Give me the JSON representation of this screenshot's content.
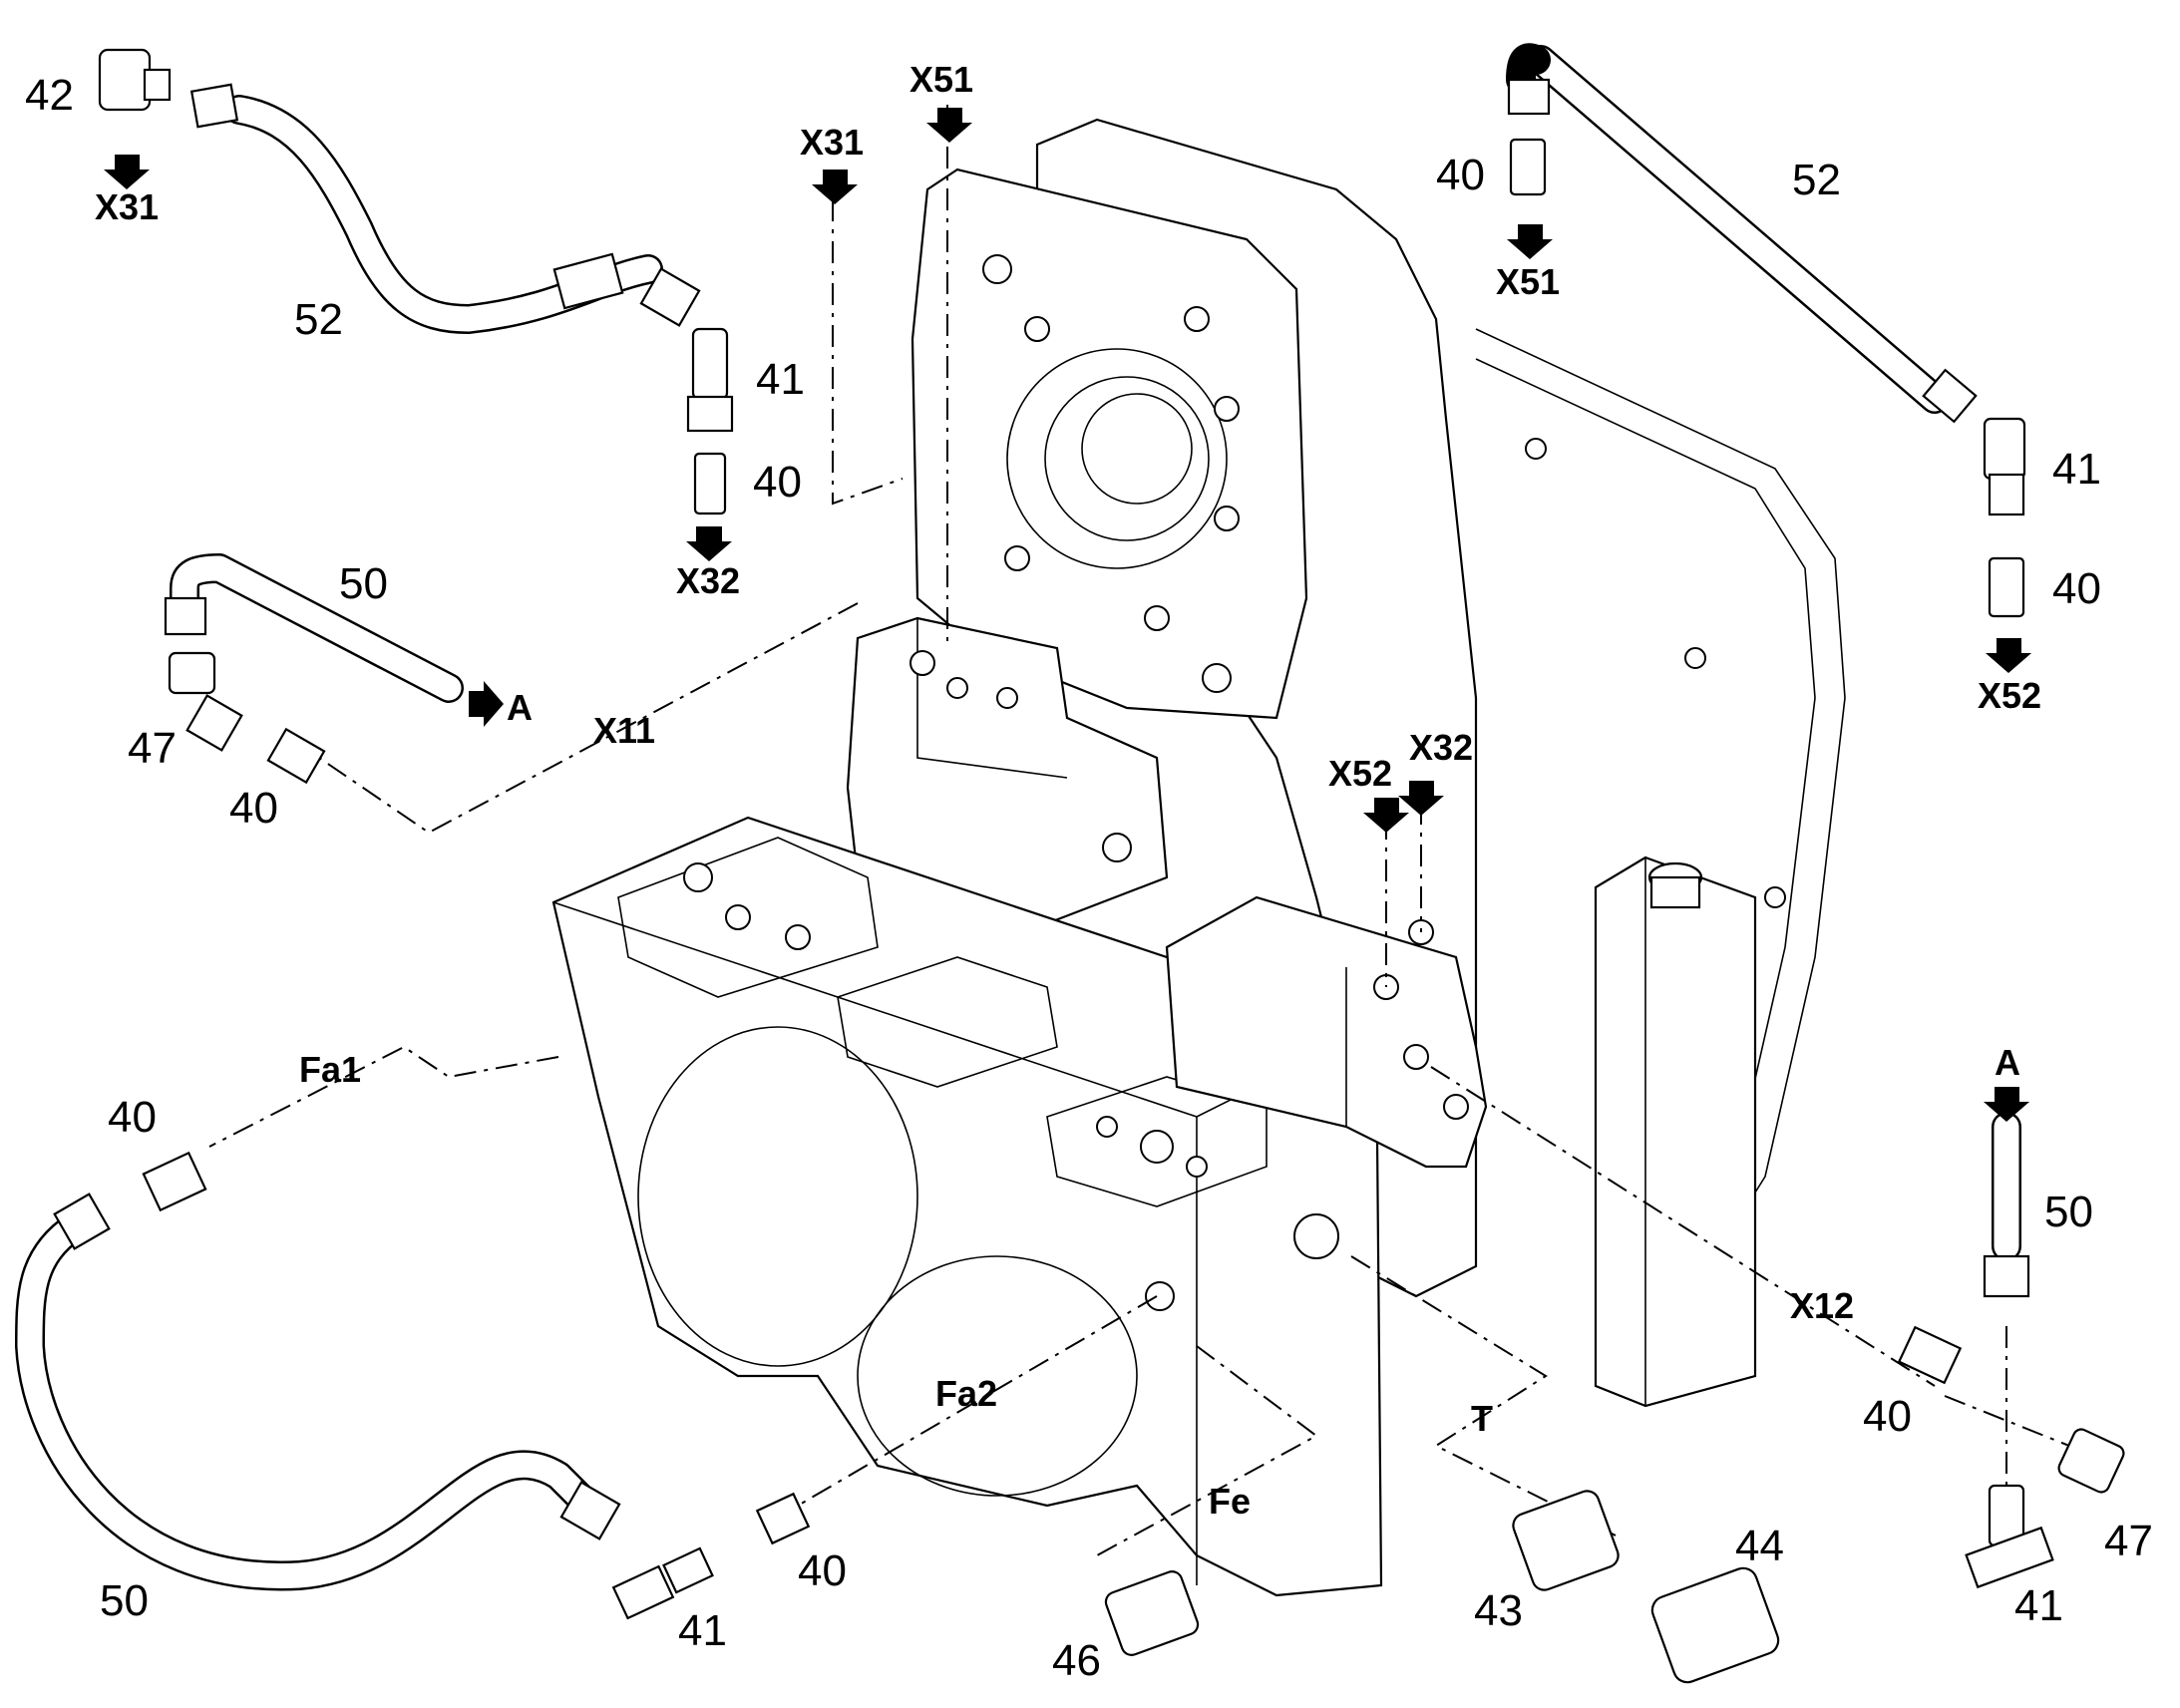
{
  "part_numbers": {
    "p42": "42",
    "p52a": "52",
    "p41a": "41",
    "p40a": "40",
    "p50a": "50",
    "p47a": "47",
    "p40b": "40",
    "p40c": "40",
    "p52b": "52",
    "p41b": "41",
    "p40d": "40",
    "p40e": "40",
    "p50b": "50",
    "p41c": "41",
    "p40f": "40",
    "p46": "46",
    "p43": "43",
    "p44": "44",
    "p50c": "50",
    "p40g": "40",
    "p47b": "47",
    "p41d": "41"
  },
  "ports": {
    "x31a": "X31",
    "x32a": "X32",
    "x31b": "X31",
    "x51a": "X51",
    "x51b": "X51",
    "x52a": "X52",
    "x52b": "X52",
    "x32b": "X32",
    "x11": "X11",
    "x12": "X12",
    "fa1": "Fa1",
    "fa2": "Fa2",
    "fe": "Fe",
    "t": "T",
    "a1": "A",
    "a2": "A"
  }
}
